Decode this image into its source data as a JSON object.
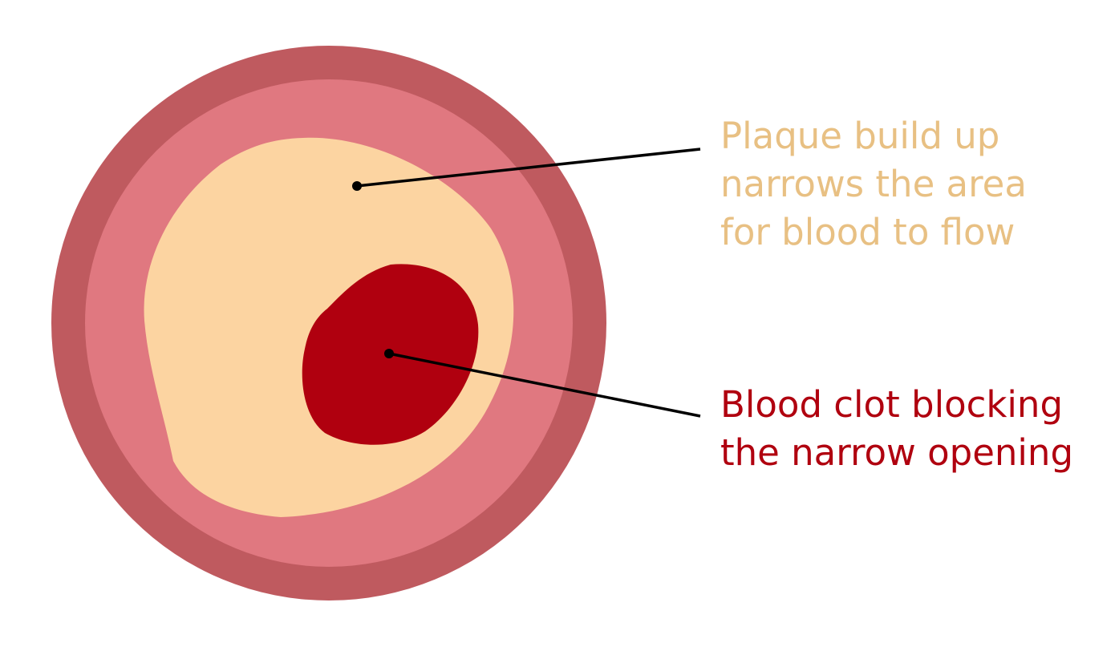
{
  "colors": {
    "background": "#ffffff",
    "outer_wall": "#bf5a5f",
    "inner_wall": "#e07880",
    "plaque": "#fcd4a1",
    "clot": "#b0000f",
    "leader_line": "#000000",
    "plaque_text": "#e8c083",
    "clot_text": "#b0000f"
  },
  "labels": {
    "plaque": {
      "line1": "Plaque build up",
      "line2": "narrows the area",
      "line3": "for blood to flow"
    },
    "clot": {
      "line1": "Blood clot blocking",
      "line2": "the narrow opening"
    }
  }
}
